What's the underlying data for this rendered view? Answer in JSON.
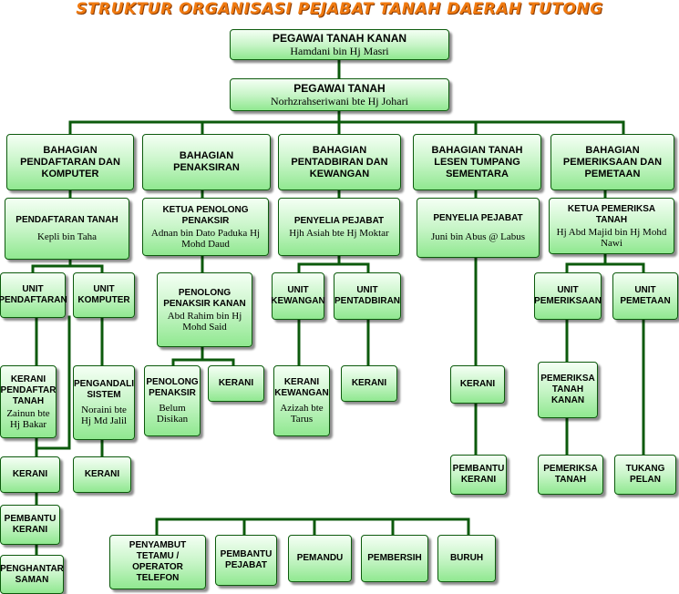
{
  "title": "STRUKTUR ORGANISASI  PEJABAT TANAH DAERAH TUTONG",
  "colors": {
    "title": "#f07a10",
    "line": "#0c5a0c",
    "box_fill": "#c8f5c8"
  },
  "nodes": {
    "pegawai_tanah_kanan": {
      "title": "PEGAWAI TANAH KANAN",
      "name": "Hamdani bin Hj Masri"
    },
    "pegawai_tanah": {
      "title": "PEGAWAI TANAH",
      "name": "Norhzrahseriwani bte Hj Johari"
    },
    "bahagian_pendaftaran": {
      "title": "BAHAGIAN PENDAFTARAN DAN KOMPUTER"
    },
    "bahagian_penaksiran": {
      "title": "BAHAGIAN PENAKSIRAN"
    },
    "bahagian_pentadbiran": {
      "title": "BAHAGIAN PENTADBIRAN DAN KEWANGAN"
    },
    "bahagian_lesen": {
      "title": "BAHAGIAN TANAH LESEN TUMPANG SEMENTARA"
    },
    "bahagian_pemeriksaan": {
      "title": "BAHAGIAN PEMERIKSAAN DAN PEMETAAN"
    },
    "pendaftaran_tanah": {
      "title": "PENDAFTARAN TANAH",
      "name": "Kepli bin Taha"
    },
    "ketua_penolong_penaksir": {
      "title": "KETUA PENOLONG PENAKSIR",
      "name": "Adnan bin Dato Paduka Hj Mohd Daud"
    },
    "penyelia_pejabat_1": {
      "title": "PENYELIA PEJABAT",
      "name": "Hjh Asiah bte Hj Moktar"
    },
    "penyelia_pejabat_2": {
      "title": "PENYELIA PEJABAT",
      "name": "Juni bin Abus @ Labus"
    },
    "ketua_pemeriksa_tanah": {
      "title": "KETUA PEMERIKSA TANAH",
      "name": "Hj Abd Majid bin Hj Mohd Nawi"
    },
    "unit_pendaftaran": {
      "title": "UNIT PENDAFTARAN"
    },
    "unit_komputer": {
      "title": "UNIT KOMPUTER"
    },
    "penolong_penaksir_kanan": {
      "title": "PENOLONG PENAKSIR KANAN",
      "name": "Abd Rahim bin Hj Mohd Said"
    },
    "unit_kewangan": {
      "title": "UNIT KEWANGAN"
    },
    "unit_pentadbiran": {
      "title": "UNIT PENTADBIRAN"
    },
    "unit_pemeriksaan": {
      "title": "UNIT PEMERIKSAAN"
    },
    "unit_pemetaan": {
      "title": "UNIT PEMETAAN"
    },
    "kerani_pendaftar_tanah": {
      "title": "KERANI PENDAFTAR TANAH",
      "name": "Zainun bte Hj Bakar"
    },
    "pengandali_sistem": {
      "title": "PENGANDALI SISTEM",
      "name": "Noraini bte Hj Md Jalil"
    },
    "penolong_penaksir": {
      "title": "PENOLONG PENAKSIR",
      "name": "Belum Disikan"
    },
    "kerani_penaksiran": {
      "title": "KERANI"
    },
    "kerani_kewangan": {
      "title": "KERANI KEWANGAN",
      "name": "Azizah bte Tarus"
    },
    "kerani_pentadbiran": {
      "title": "KERANI"
    },
    "kerani_lesen": {
      "title": "KERANI"
    },
    "pemeriksa_tanah_kanan": {
      "title": "PEMERIKSA TANAH KANAN"
    },
    "kerani_1": {
      "title": "KERANI"
    },
    "kerani_komputer": {
      "title": "KERANI"
    },
    "pembantu_kerani_lesen": {
      "title": "PEMBANTU KERANI"
    },
    "pemeriksa_tanah": {
      "title": "PEMERIKSA TANAH"
    },
    "tukang_pelan": {
      "title": "TUKANG PELAN"
    },
    "pembantu_kerani_1": {
      "title": "PEMBANTU KERANI"
    },
    "penghantar_saman": {
      "title": "PENGHANTAR SAMAN"
    },
    "penyambut_tetamu": {
      "title": "PENYAMBUT TETAMU / OPERATOR TELEFON"
    },
    "pembantu_pejabat": {
      "title": "PEMBANTU PEJABAT"
    },
    "pemandu": {
      "title": "PEMANDU"
    },
    "pembersih": {
      "title": "PEMBERSIH"
    },
    "buruh": {
      "title": "BURUH"
    }
  }
}
